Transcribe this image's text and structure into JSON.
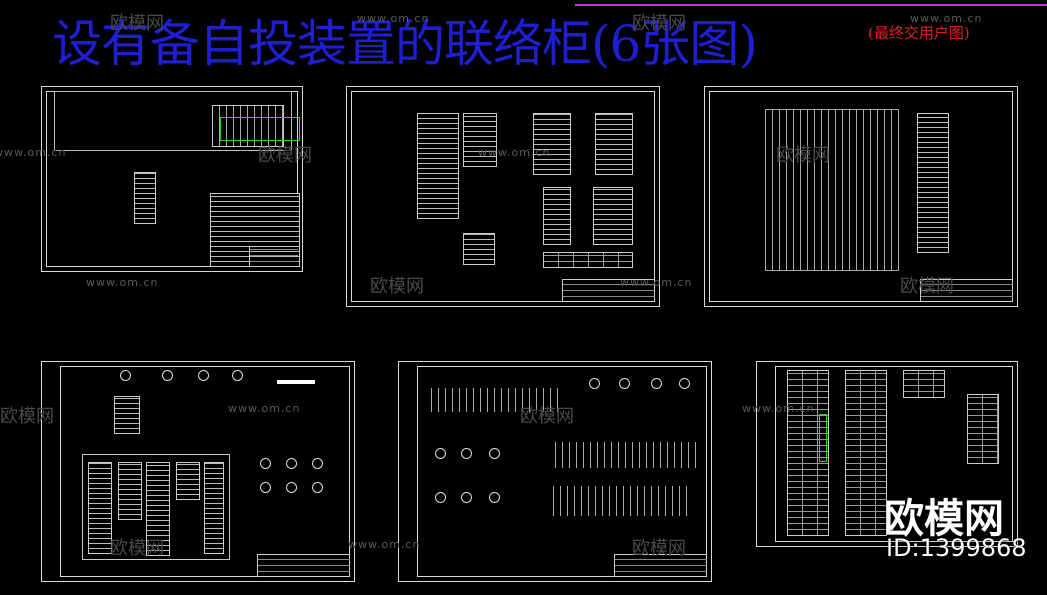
{
  "title": "设有备自投装置的联络柜(6张图)",
  "subtitle": "(最终交用户图)",
  "watermark": {
    "url": "www.om.cn",
    "brand": "欧模网"
  },
  "logo": "欧模网",
  "id_label": "ID:1399868",
  "colors": {
    "background": "#000000",
    "title": "#1f1fd2",
    "subtitle": "#e02020",
    "drawing": "#d8d8d8",
    "highlight": "#2ccf2c"
  }
}
